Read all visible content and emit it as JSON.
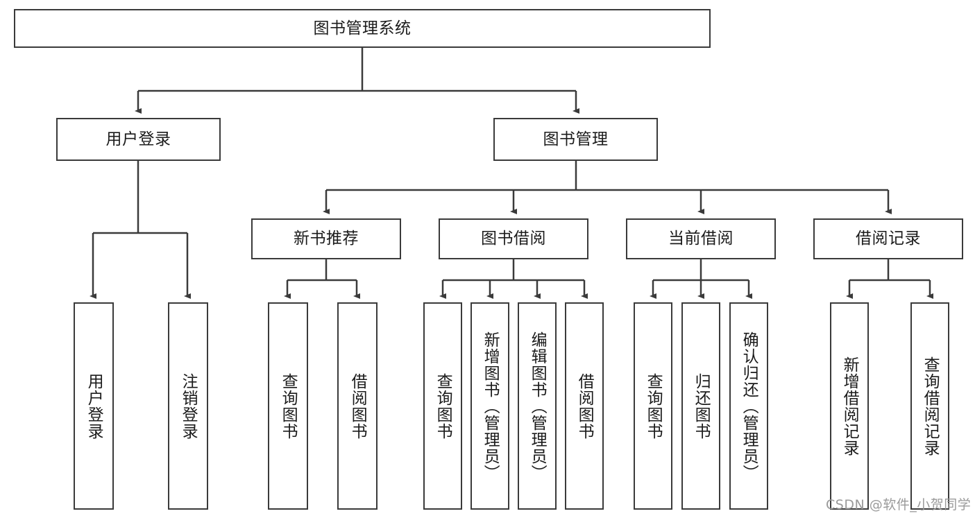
{
  "diagram": {
    "title": "图书管理系统",
    "type": "hierarchy-tree",
    "watermark": "CSDN @软件_小贺同学",
    "colors": {
      "box_border": "#3a3a3a",
      "box_fill": "#ffffff",
      "connector": "#3a3a3a",
      "text": "#1b1b1b",
      "watermark": "#9a9a9a",
      "background": "#ffffff"
    },
    "levels": {
      "root": {
        "label": "图书管理系统",
        "orientation": "horizontal"
      },
      "level2": [
        {
          "label": "用户登录",
          "orientation": "horizontal"
        },
        {
          "label": "图书管理",
          "orientation": "horizontal"
        }
      ],
      "level3": [
        {
          "label": "新书推荐",
          "orientation": "horizontal",
          "parent": "图书管理"
        },
        {
          "label": "图书借阅",
          "orientation": "horizontal",
          "parent": "图书管理"
        },
        {
          "label": "当前借阅",
          "orientation": "horizontal",
          "parent": "图书管理"
        },
        {
          "label": "借阅记录",
          "orientation": "horizontal",
          "parent": "图书管理"
        }
      ],
      "leaves": [
        {
          "label": "用户登录",
          "orientation": "vertical",
          "parent": "用户登录"
        },
        {
          "label": "注销登录",
          "orientation": "vertical",
          "parent": "用户登录"
        },
        {
          "label": "查询图书",
          "orientation": "vertical",
          "parent": "新书推荐"
        },
        {
          "label": "借阅图书",
          "orientation": "vertical",
          "parent": "新书推荐"
        },
        {
          "label": "查询图书",
          "orientation": "vertical",
          "parent": "图书借阅"
        },
        {
          "label": "新增图书（管理员）",
          "orientation": "vertical",
          "parent": "图书借阅"
        },
        {
          "label": "编辑图书（管理员）",
          "orientation": "vertical",
          "parent": "图书借阅"
        },
        {
          "label": "借阅图书",
          "orientation": "vertical",
          "parent": "图书借阅"
        },
        {
          "label": "查询图书",
          "orientation": "vertical",
          "parent": "当前借阅"
        },
        {
          "label": "归还图书",
          "orientation": "vertical",
          "parent": "当前借阅"
        },
        {
          "label": "确认归还（管理员）",
          "orientation": "vertical",
          "parent": "当前借阅"
        },
        {
          "label": "新增借阅记录",
          "orientation": "vertical",
          "parent": "借阅记录"
        },
        {
          "label": "查询借阅记录",
          "orientation": "vertical",
          "parent": "借阅记录"
        }
      ]
    }
  }
}
